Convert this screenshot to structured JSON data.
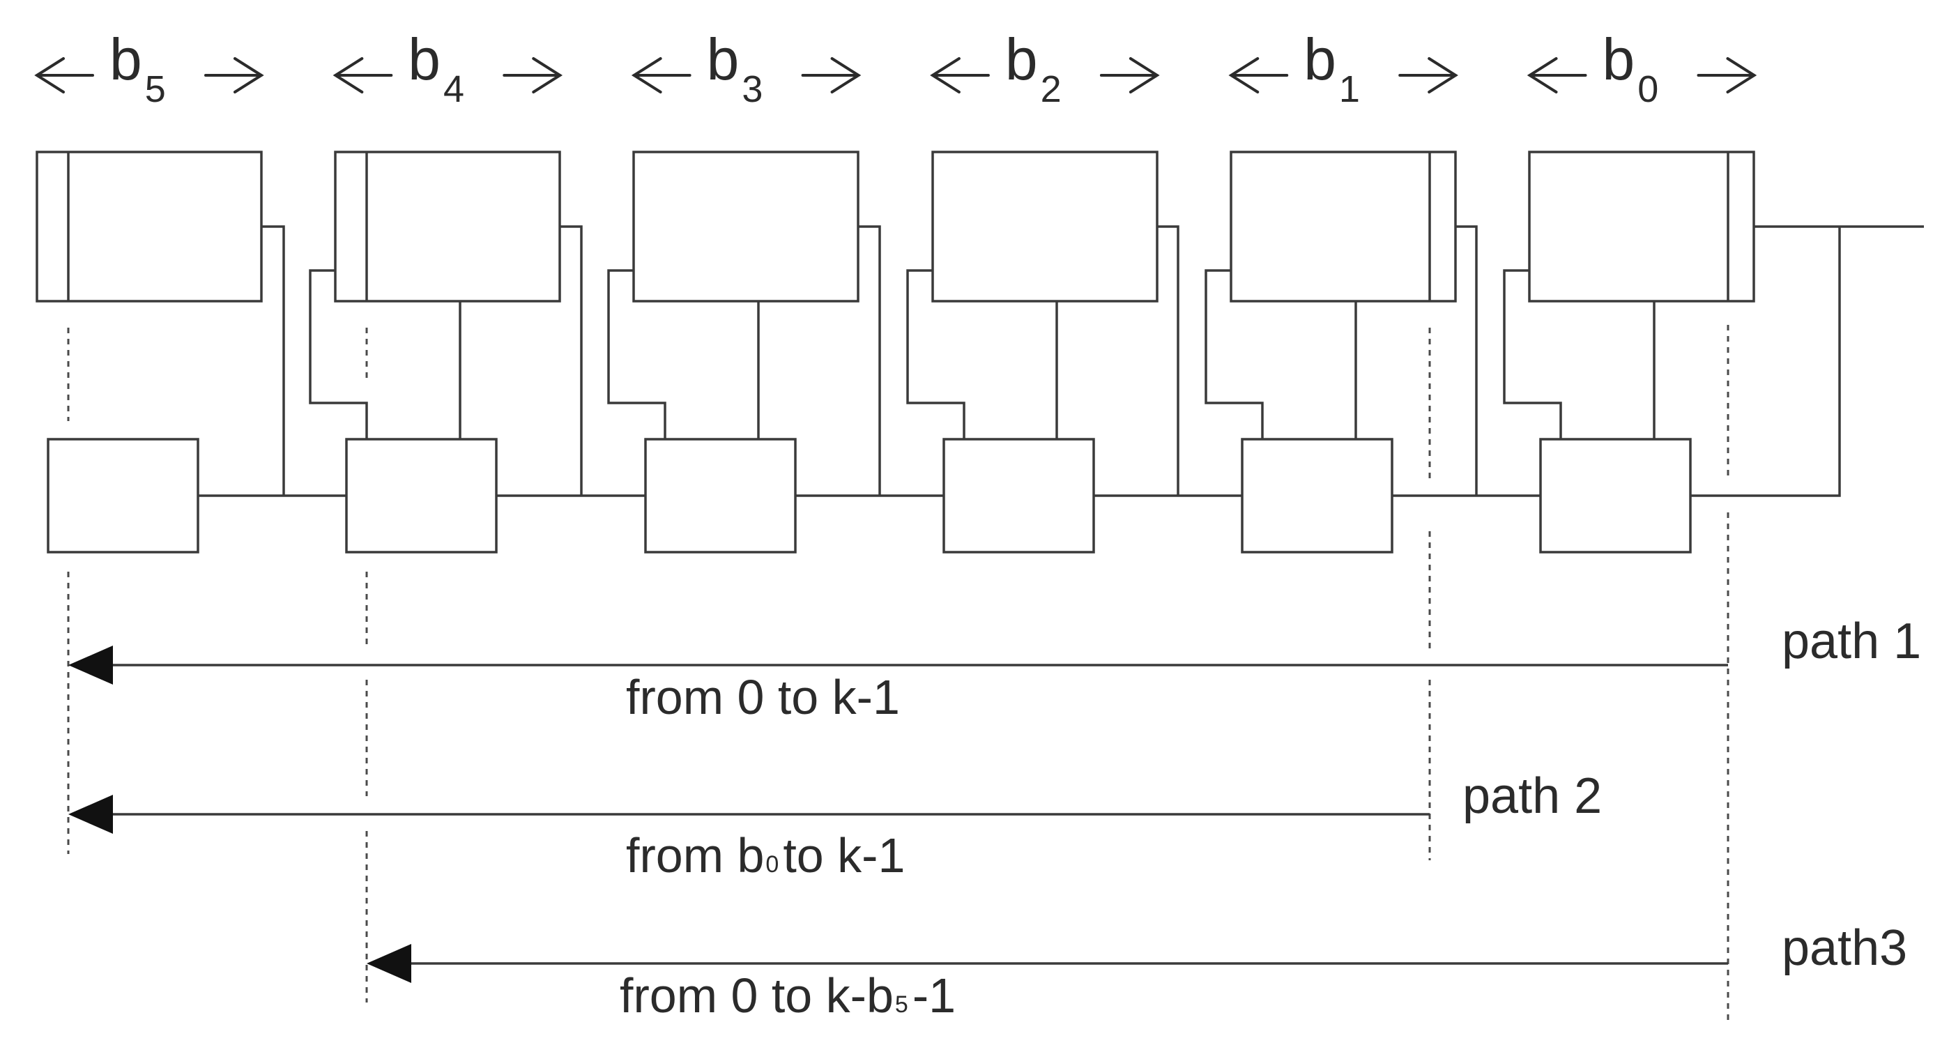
{
  "groups": [
    {
      "label": "b",
      "sub": "5"
    },
    {
      "label": "b",
      "sub": "4"
    },
    {
      "label": "b",
      "sub": "3"
    },
    {
      "label": "b",
      "sub": "2"
    },
    {
      "label": "b",
      "sub": "1"
    },
    {
      "label": "b",
      "sub": "0"
    }
  ],
  "paths": [
    {
      "name": "path 1",
      "range": "from 0 to k-1",
      "range_parts": [
        {
          "t": "from 0 to k-1",
          "s": false
        }
      ]
    },
    {
      "name": "path 2",
      "range": "from b0 to k-1",
      "range_parts": [
        {
          "t": "from b",
          "s": false
        },
        {
          "t": "0",
          "s": true
        },
        {
          "t": "to k-1",
          "s": false
        }
      ]
    },
    {
      "name": "path3",
      "range": "from 0 to k-b5-1",
      "range_parts": [
        {
          "t": "from 0 to k-b",
          "s": false
        },
        {
          "t": "5",
          "s": true
        },
        {
          "t": "-1",
          "s": false
        }
      ]
    }
  ]
}
